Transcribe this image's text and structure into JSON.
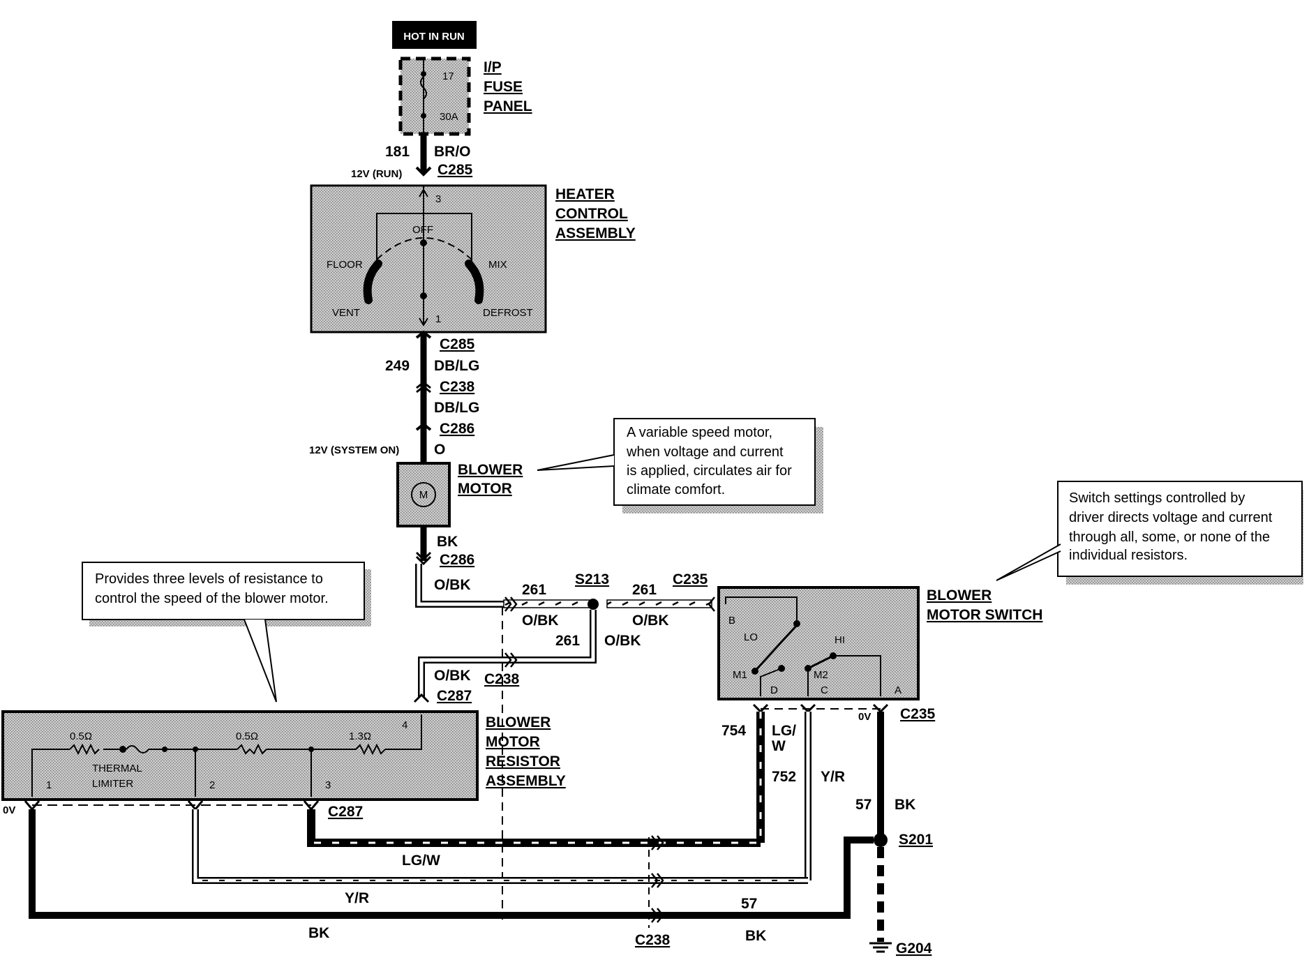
{
  "power": {
    "hot_in_run": "HOT IN RUN"
  },
  "fuse_panel": {
    "label_lines": [
      "I/P",
      "FUSE",
      "PANEL"
    ],
    "fuse_number": "17",
    "fuse_rating": "30A"
  },
  "wires": {
    "w181_num": "181",
    "w181_color": "BR/O",
    "volt_run": "12V (RUN)",
    "w249_num": "249",
    "w249_color": "DB/LG",
    "w249_color2": "DB/LG",
    "volt_system_on": "12V (SYSTEM ON)",
    "o_color": "O",
    "bk_color": "BK",
    "obk_color": "O/BK",
    "w261_num": "261",
    "w754_num": "754",
    "w754_color": "LG/\nW",
    "w752_num": "752",
    "w752_color": "Y/R",
    "w57_num": "57",
    "w57_color": "BK",
    "lgw_color": "LG/W",
    "yr_color": "Y/R",
    "bk_bottom": "BK",
    "zero_v": "0V"
  },
  "connectors": {
    "c285": "C285",
    "c238": "C238",
    "c286": "C286",
    "c287": "C287",
    "c235": "C235",
    "s213": "S213",
    "s201": "S201",
    "g204": "G204"
  },
  "heater_control": {
    "label_lines": [
      "HEATER",
      "CONTROL",
      "ASSEMBLY"
    ],
    "pin_top": "3",
    "pin_bottom": "1",
    "off": "OFF",
    "floor": "FLOOR",
    "mix": "MIX",
    "vent": "VENT",
    "defrost": "DEFROST"
  },
  "blower_motor": {
    "label_lines": [
      "BLOWER",
      "MOTOR"
    ],
    "symbol": "M",
    "callout_lines": [
      "A variable speed motor,",
      "when voltage and current",
      "is applied, circulates air for",
      "climate comfort."
    ]
  },
  "blower_switch": {
    "label_lines": [
      "BLOWER",
      "MOTOR SWITCH"
    ],
    "b": "B",
    "lo": "LO",
    "hi": "HI",
    "m1": "M1",
    "m2": "M2",
    "d": "D",
    "c": "C",
    "a": "A",
    "callout_lines": [
      "Switch settings controlled by",
      "driver directs voltage and current",
      "through all, some, or none of the",
      "individual resistors."
    ]
  },
  "resistor_assembly": {
    "label_lines": [
      "BLOWER",
      "MOTOR",
      "RESISTOR",
      "ASSEMBLY"
    ],
    "r1": "0.5Ω",
    "r2": "0.5Ω",
    "r3": "1.3Ω",
    "thermal_lines": [
      "THERMAL",
      "LIMITER"
    ],
    "pin1": "1",
    "pin2": "2",
    "pin3": "3",
    "pin4": "4",
    "callout_lines": [
      "Provides three levels of resistance to",
      "control the speed of the blower motor."
    ]
  }
}
